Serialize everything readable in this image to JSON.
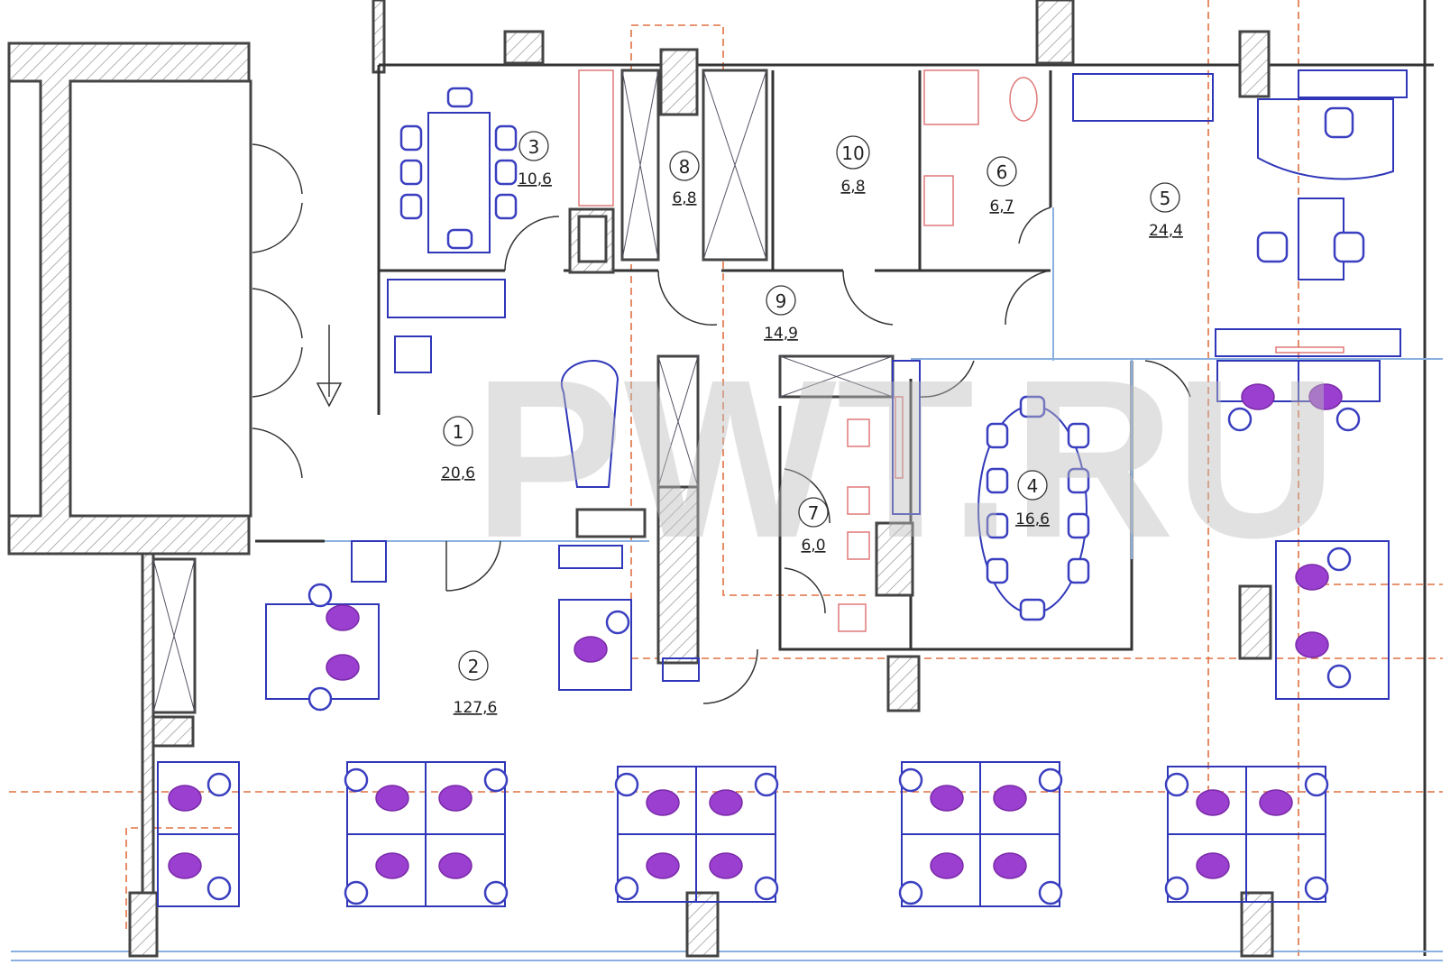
{
  "watermark": "PWT.RU",
  "colors": {
    "wall": "#444444",
    "furniture": "#2f37b8",
    "people": "#9a3fd0",
    "axis_lines": "#e07040",
    "glass": "#8ab0e0"
  },
  "rooms": [
    {
      "number": "1",
      "area": "20,6"
    },
    {
      "number": "2",
      "area": "127,6"
    },
    {
      "number": "3",
      "area": "10,6"
    },
    {
      "number": "4",
      "area": "16,6"
    },
    {
      "number": "5",
      "area": "24,4"
    },
    {
      "number": "6",
      "area": "6,7"
    },
    {
      "number": "7",
      "area": "6,0"
    },
    {
      "number": "8",
      "area": "6,8"
    },
    {
      "number": "9",
      "area": "14,9"
    },
    {
      "number": "10",
      "area": "6,8"
    }
  ]
}
